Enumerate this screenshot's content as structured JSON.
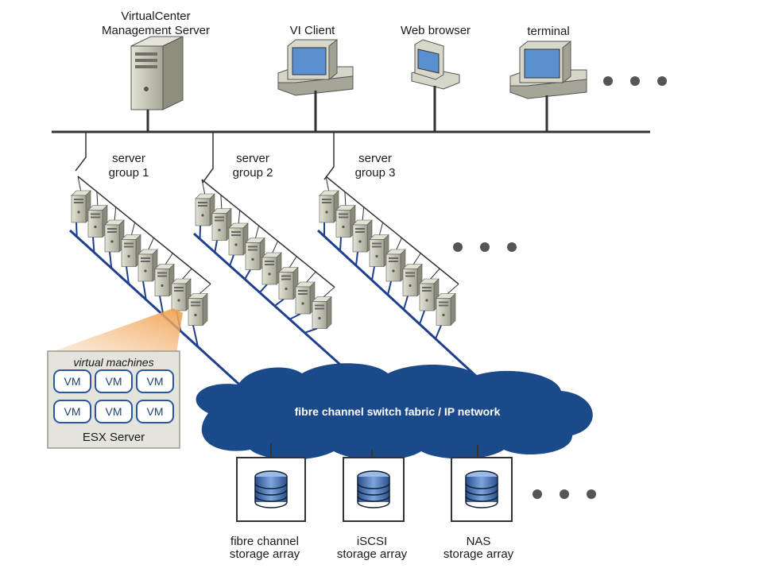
{
  "diagram": {
    "clients": [
      {
        "label_lines": [
          "VirtualCenter",
          "Management Server"
        ],
        "icon": "server-tower-icon"
      },
      {
        "label_lines": [
          "VI Client"
        ],
        "icon": "desktop-computer-icon"
      },
      {
        "label_lines": [
          "Web browser"
        ],
        "icon": "desktop-computer-icon"
      },
      {
        "label_lines": [
          "terminal"
        ],
        "icon": "desktop-computer-icon"
      }
    ],
    "server_groups": [
      {
        "label_lines": [
          "server",
          "group 1"
        ]
      },
      {
        "label_lines": [
          "server",
          "group 2"
        ]
      },
      {
        "label_lines": [
          "server",
          "group 3"
        ]
      }
    ],
    "esx_callout": {
      "heading": "virtual machines",
      "vm_label": "VM",
      "vm_count": 6,
      "footer": "ESX Server"
    },
    "network": {
      "label": "fibre channel switch fabric / IP network"
    },
    "storage": [
      {
        "label_lines": [
          "fibre channel",
          "storage array"
        ]
      },
      {
        "label_lines": [
          "iSCSI",
          "storage array"
        ]
      },
      {
        "label_lines": [
          "NAS",
          "storage array"
        ]
      }
    ],
    "colors": {
      "cloud": "#1a4a8a",
      "fc_link": "#1f3f8f",
      "server_body": "#c8c8b8",
      "screen": "#5a8fd0",
      "highlight": "#f0a050",
      "callout_bg": "#e4e4dc"
    }
  }
}
